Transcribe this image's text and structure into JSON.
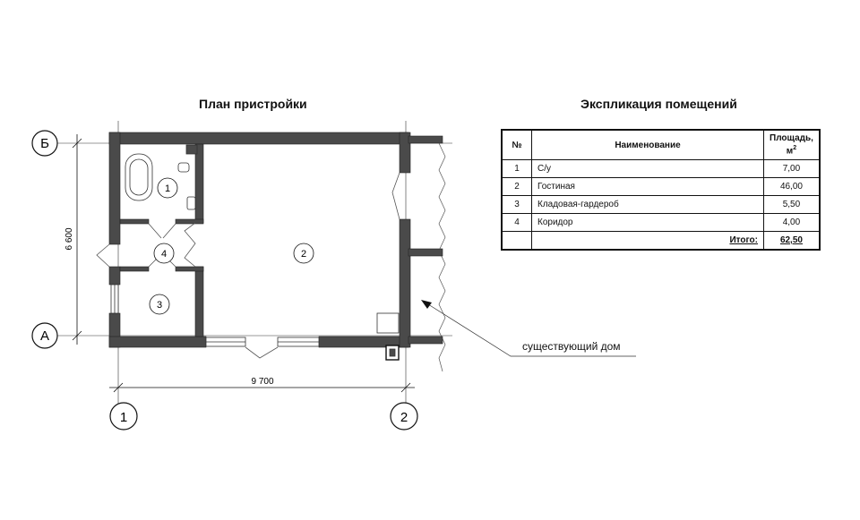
{
  "plan": {
    "title": "План пристройки",
    "axis_letters": [
      "Б",
      "А"
    ],
    "axis_numbers": [
      "1",
      "2"
    ],
    "dim_height": "6 600",
    "dim_width": "9 700",
    "rooms": [
      "1",
      "2",
      "3",
      "4"
    ],
    "existing_house_label": "существующий дом"
  },
  "table": {
    "title": "Экспликация помещений",
    "headers": {
      "num": "№",
      "name": "Наименование",
      "area": "Площадь,",
      "area_unit": "м",
      "area_unit_sup": "2"
    },
    "rows": [
      {
        "num": "1",
        "name": "С/у",
        "area": "7,00"
      },
      {
        "num": "2",
        "name": "Гостиная",
        "area": "46,00"
      },
      {
        "num": "3",
        "name": "Кладовая-гардероб",
        "area": "5,50"
      },
      {
        "num": "4",
        "name": "Коридор",
        "area": "4,00"
      }
    ],
    "total_label": "Итого:",
    "total_value": "62,50"
  }
}
